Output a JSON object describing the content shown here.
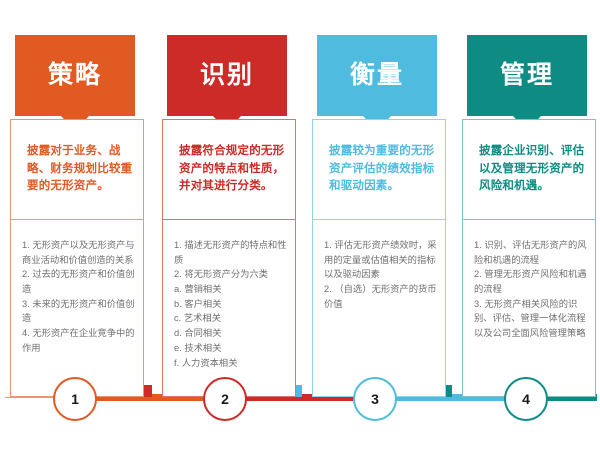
{
  "infographic": {
    "columns": [
      {
        "id": "strategy",
        "color": "#E05A22",
        "light_border": "#EC9772",
        "header": "策略",
        "summary": "披露对于业务、战略、财务规划比较重要的无形资产。",
        "items": [
          "1. 无形资产以及无形资产与商业活动和价值创造的关系",
          "2. 过去的无形资产和价值创造",
          "3. 未来的无形资产和价值创造",
          "4. 无形资产在企业竞争中的作用"
        ],
        "number": "1"
      },
      {
        "id": "identify",
        "color": "#CC2B28",
        "light_border": "#E0736F",
        "header": "识别",
        "summary": "披露符合规定的无形资产的特点和性质，并对其进行分类。",
        "items": [
          "1. 描述无形资产的特点和性质",
          "2. 将无形资产分为六类",
          "a. 营销相关",
          "b. 客户相关",
          "c. 艺术相关",
          "d. 合同相关",
          "e. 技术相关",
          "f. 人力资本相关"
        ],
        "number": "2"
      },
      {
        "id": "measure",
        "color": "#4FBCDF",
        "light_border": "#8FD5EB",
        "header": "衡量",
        "summary": "披露较为重要的无形资产评估的绩效指标和驱动因素。",
        "items": [
          "1. 评估无形资产绩效时，采用的定量或估值相关的指标以及驱动因素",
          "2. （自选）无形资产的货币价值"
        ],
        "number": "3"
      },
      {
        "id": "manage",
        "color": "#0E8C84",
        "light_border": "#7FC3BE",
        "header": "管理",
        "summary": "披露企业识别、评估以及管理无形资产的风险和机遇。",
        "items": [
          "1. 识别、评估无形资产的风险和机遇的流程",
          "2. 管理无形资产风险和机遇的流程",
          "3. 无形资产相关风险的识别、评估、管理一体化流程以及公司全面风险管理策略"
        ],
        "number": "4"
      }
    ]
  }
}
